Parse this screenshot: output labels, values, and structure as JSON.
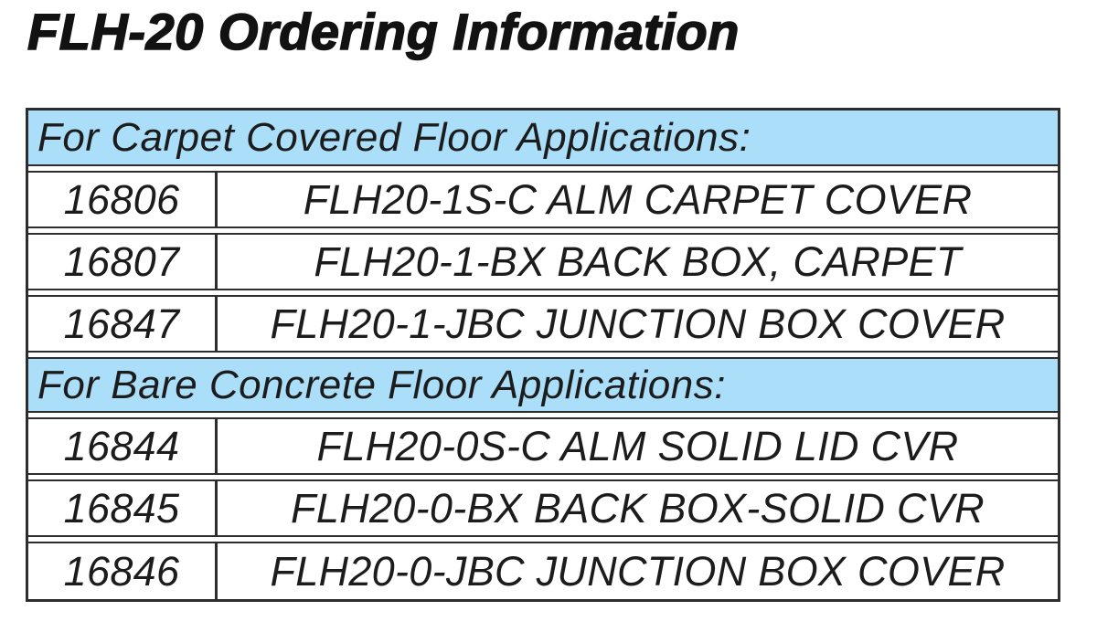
{
  "page": {
    "title": "FLH-20 Ordering Information"
  },
  "table": {
    "sections": [
      {
        "header": "For Carpet Covered Floor Applications:",
        "rows": [
          {
            "part_number": "16806",
            "description": "FLH20-1S-C ALM CARPET COVER"
          },
          {
            "part_number": "16807",
            "description": "FLH20-1-BX BACK BOX, CARPET"
          },
          {
            "part_number": "16847",
            "description": "FLH20-1-JBC JUNCTION BOX COVER"
          }
        ]
      },
      {
        "header": "For Bare Concrete Floor Applications:",
        "rows": [
          {
            "part_number": "16844",
            "description": "FLH20-0S-C ALM SOLID LID CVR"
          },
          {
            "part_number": "16845",
            "description": "FLH20-0-BX BACK BOX-SOLID CVR"
          },
          {
            "part_number": "16846",
            "description": "FLH20-0-JBC JUNCTION BOX COVER"
          }
        ]
      }
    ]
  },
  "colors": {
    "section_header_bg": "#abdef8",
    "border": "#2d2d2d",
    "text": "#1c1c1c"
  }
}
